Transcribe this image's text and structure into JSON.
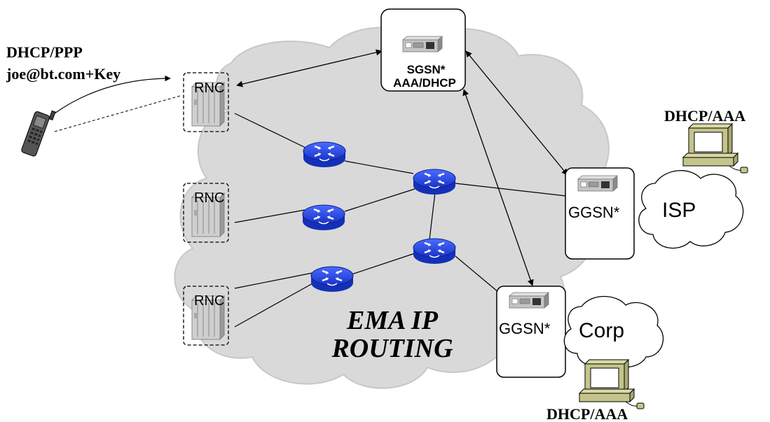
{
  "phone_labels": {
    "line1": "DHCP/PPP",
    "line2": "joe@bt.com+Key"
  },
  "rnc_label": "RNC",
  "sgsn": {
    "line1": "SGSN*",
    "line2": "AAA/DHCP"
  },
  "ggsn_label": "GGSN*",
  "isp_label": "ISP",
  "corp_label": "Corp",
  "dhcp_aaa_label": "DHCP/AAA",
  "core": {
    "line1": "EMA IP",
    "line2": "ROUTING"
  },
  "colors": {
    "core_cloud": "#d9d9d9",
    "router": "#1e3fe0",
    "terminal": "#bfbf8a",
    "rnc_chassis": "#c8c8c8"
  },
  "icons": [
    "mobile-phone-icon",
    "rnc-cabinet-icon",
    "router-icon",
    "gateway-device-icon",
    "computer-terminal-icon",
    "cloud-icon"
  ]
}
